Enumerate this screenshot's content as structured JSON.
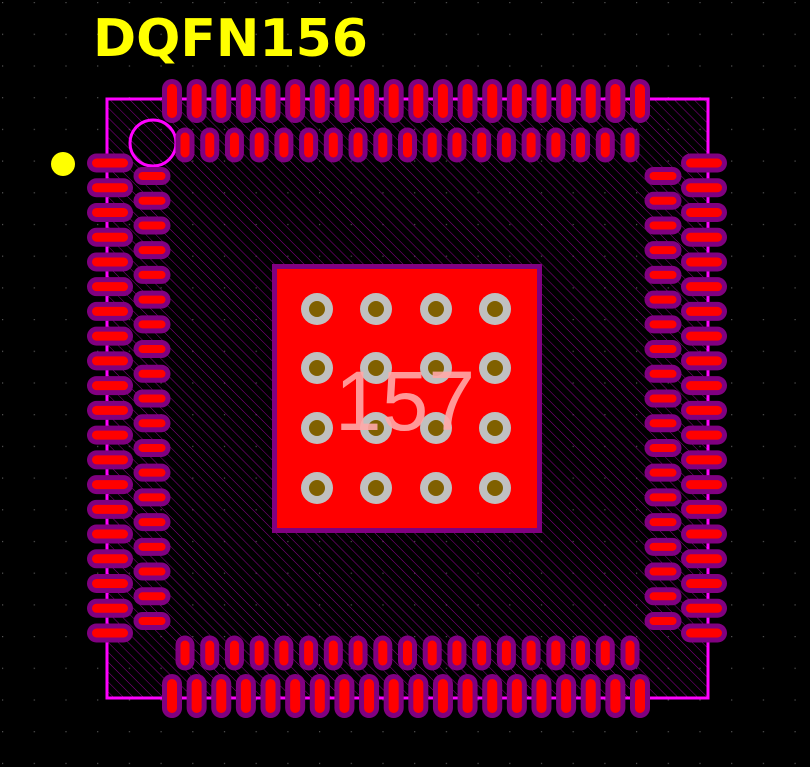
{
  "footprint": {
    "name": "DQFN156",
    "thermal_pad_designator": "157",
    "pin_count": 156,
    "pads_per_side_outer": 20,
    "pads_per_side_inner": 19,
    "thermal_via_grid": [
      4,
      4
    ]
  },
  "colors": {
    "background": "#000000",
    "silkscreen_text": "#ffff00",
    "pin1_marker": "#ffff00",
    "outline": "#ff00ff",
    "pad_copper": "#ff0000",
    "pad_mask": "#800080",
    "via_ring": "#c0c0c0",
    "via_hole": "#806000",
    "designator": "#ffa8a8",
    "grid_dot": "#555555"
  }
}
